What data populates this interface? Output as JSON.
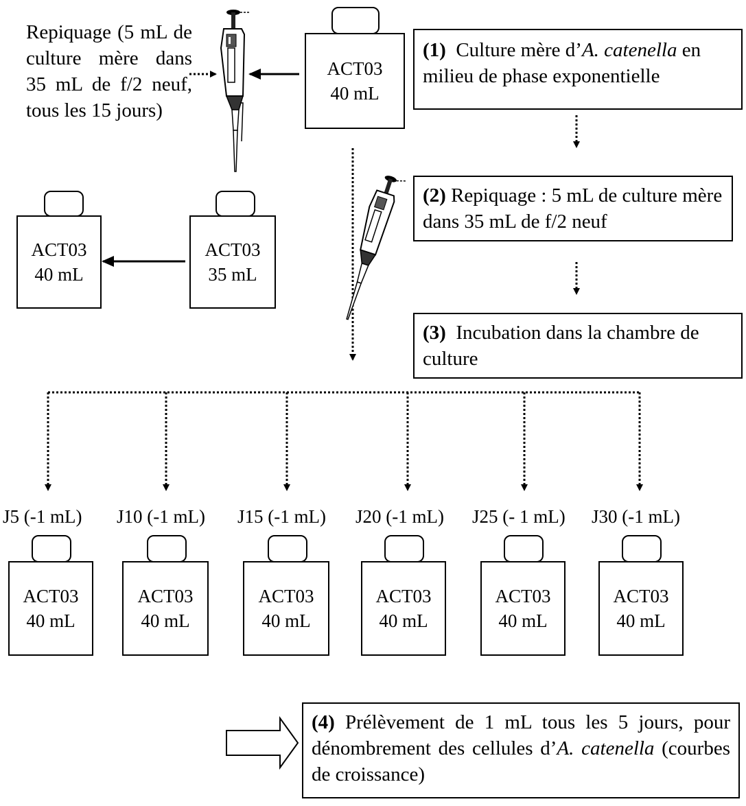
{
  "intro_text": "Repiquage (5 mL de culture mère dans 35 mL de f/2 neuf, tous les 15 jours)",
  "top_flask": {
    "code": "ACT03",
    "volume": "40 mL"
  },
  "left_flask": {
    "code": "ACT03",
    "volume": "40 mL"
  },
  "mid_flask": {
    "code": "ACT03",
    "volume": "35 mL"
  },
  "steps": [
    {
      "num": "(1)",
      "pre": "Culture mère d’",
      "species": "A. catenella",
      "post": " en  milieu de phase exponentielle"
    },
    {
      "num": "(2)",
      "text": "Repiquage : 5 mL de culture mère dans 35 mL de f/2 neuf"
    },
    {
      "num": "(3)",
      "text": "Incubation dans la chambre de culture"
    },
    {
      "num": "(4)",
      "pre": "Prélèvement de 1 mL tous les 5 jours, pour dénombrement des cellules d’",
      "species": "A. catenella",
      "post": " (courbes de croissance)"
    }
  ],
  "samples": [
    {
      "day": "J5 (-1 mL)",
      "code": "ACT03",
      "volume": "40 mL"
    },
    {
      "day": "J10 (-1 mL)",
      "code": "ACT03",
      "volume": "40 mL"
    },
    {
      "day": "J15 (-1 mL)",
      "code": "ACT03",
      "volume": "40 mL"
    },
    {
      "day": "J20 (-1 mL)",
      "code": "ACT03",
      "volume": "40 mL"
    },
    {
      "day": "J25 (- 1 mL)",
      "code": "ACT03",
      "volume": "40 mL"
    },
    {
      "day": "J30 (-1 mL)",
      "code": "ACT03",
      "volume": "40 mL"
    }
  ],
  "icons": [
    "pipette-icon",
    "bottle-icon",
    "block-arrow-icon"
  ]
}
